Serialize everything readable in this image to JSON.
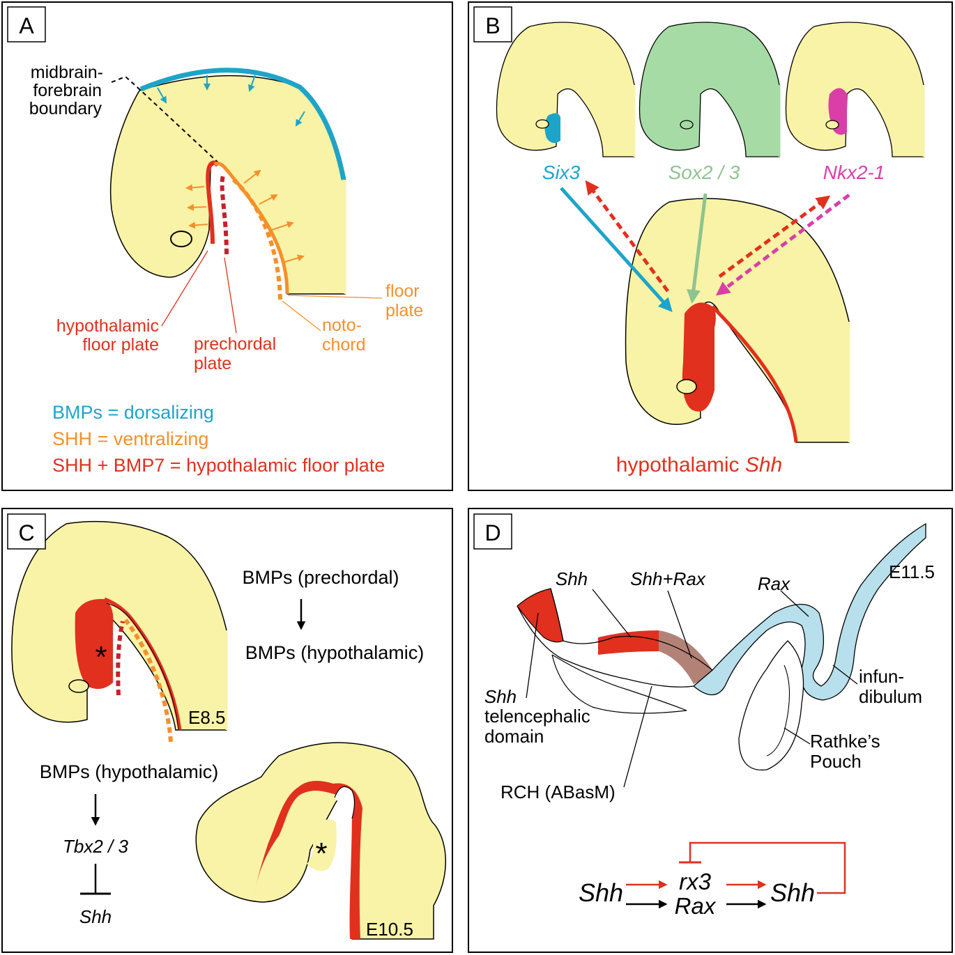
{
  "colors": {
    "yellow": "#f8f3a6",
    "blue": "#1ea4c8",
    "orange": "#f4902c",
    "red": "#e1301e",
    "darkred": "#c8202a",
    "green": "#a6dba5",
    "greentext": "#8fc38f",
    "magenta": "#d93fa7",
    "lightblue": "#b7dfec",
    "brown": "#b38277"
  },
  "panelA": {
    "letter": "A",
    "mfb_line1": "midbrain-",
    "mfb_line2": "forebrain",
    "mfb_line3": "boundary",
    "hfp_line1": "hypothalamic",
    "hfp_line2": "floor plate",
    "pp_line1": "prechordal",
    "pp_line2": "plate",
    "noto_line1": "noto-",
    "noto_line2": "chord",
    "fp_line1": "floor",
    "fp_line2": "plate",
    "legend_bmp": "BMPs = dorsalizing",
    "legend_shh": "SHH = ventralizing",
    "legend_both": "SHH + BMP7 = hypothalamic floor plate"
  },
  "panelB": {
    "letter": "B",
    "six3": "Six3",
    "sox": "Sox2 / 3",
    "nkx": "Nkx2-1",
    "caption_plain": "hypothalamic ",
    "caption_italic": "Shh"
  },
  "panelC": {
    "letter": "C",
    "bmp_prechordal": "BMPs (prechordal)",
    "bmp_hypo_top": "BMPs (hypothalamic)",
    "bmp_hypo_left": "BMPs (hypothalamic)",
    "tbx": "Tbx2 / 3",
    "shh": "Shh",
    "e85": "E8.5",
    "e105": "E10.5",
    "asterisk": "*"
  },
  "panelD": {
    "letter": "D",
    "shh_top": "Shh",
    "shh_rax": "Shh+Rax",
    "rax": "Rax",
    "e115": "E11.5",
    "shh_tel": "Shh",
    "tel_line1": "telencephalic",
    "tel_line2": "domain",
    "infun1": "infun-",
    "infun2": "dibulum",
    "rathke1": "Rathke’s",
    "rathke2": "Pouch",
    "rch": "RCH (ABasM)",
    "pathway_shh_left": "Shh",
    "pathway_rx3": "rx3",
    "pathway_rax": "Rax",
    "pathway_shh_right": "Shh"
  }
}
